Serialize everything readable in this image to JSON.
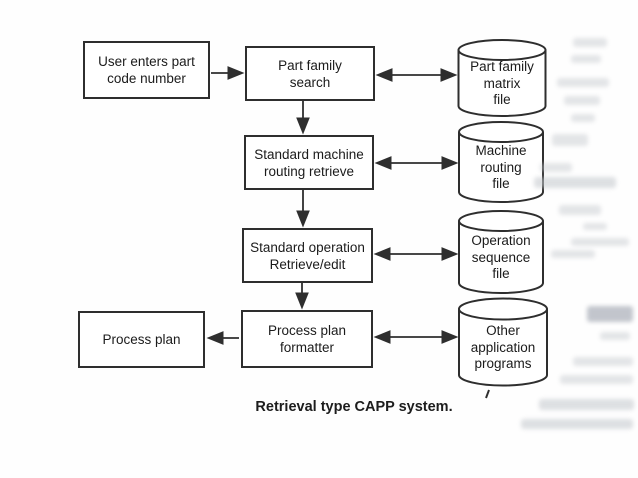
{
  "diagram": {
    "caption": "Retrieval type CAPP system.",
    "boxes": [
      {
        "id": "user-enters-part-code",
        "label": "User enters part\ncode number"
      },
      {
        "id": "part-family-search",
        "label": "Part family\nsearch"
      },
      {
        "id": "standard-machine-routing-retrieve",
        "label": "Standard machine\nrouting retrieve"
      },
      {
        "id": "standard-operation-retrieve-edit",
        "label": "Standard operation\nRetrieve/edit"
      },
      {
        "id": "process-plan-formatter",
        "label": "Process plan\nformatter"
      },
      {
        "id": "process-plan",
        "label": "Process plan"
      }
    ],
    "datastores": [
      {
        "id": "part-family-matrix-file",
        "label": "Part family\nmatrix\nfile"
      },
      {
        "id": "machine-routing-file",
        "label": "Machine\nrouting\nfile"
      },
      {
        "id": "operation-sequence-file",
        "label": "Operation\nsequence\nfile"
      },
      {
        "id": "other-application-programs",
        "label": "Other\napplication\nprograms"
      }
    ],
    "edges": [
      {
        "from": "user-enters-part-code",
        "to": "part-family-search",
        "type": "one-way"
      },
      {
        "from": "part-family-search",
        "to": "part-family-matrix-file",
        "type": "two-way"
      },
      {
        "from": "part-family-search",
        "to": "standard-machine-routing-retrieve",
        "type": "one-way"
      },
      {
        "from": "standard-machine-routing-retrieve",
        "to": "machine-routing-file",
        "type": "two-way"
      },
      {
        "from": "standard-machine-routing-retrieve",
        "to": "standard-operation-retrieve-edit",
        "type": "one-way"
      },
      {
        "from": "standard-operation-retrieve-edit",
        "to": "operation-sequence-file",
        "type": "two-way"
      },
      {
        "from": "standard-operation-retrieve-edit",
        "to": "process-plan-formatter",
        "type": "one-way"
      },
      {
        "from": "process-plan-formatter",
        "to": "other-application-programs",
        "type": "two-way"
      },
      {
        "from": "process-plan-formatter",
        "to": "process-plan",
        "type": "one-way"
      }
    ],
    "colors": {
      "line": "#2e2e2e",
      "text": "#1b1b1b",
      "background": "#fefefe",
      "artifact": "#c3c7cc"
    }
  }
}
